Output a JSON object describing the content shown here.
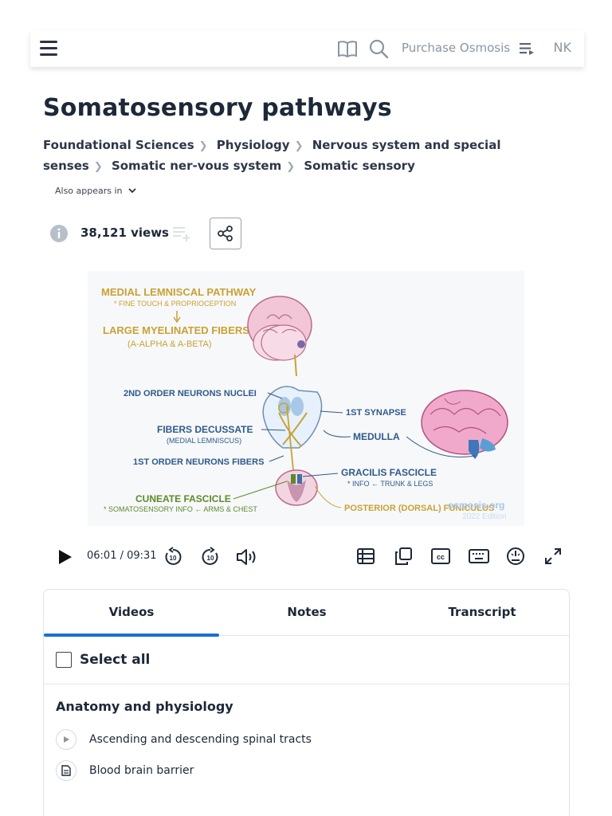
{
  "header": {
    "purchase_label": "Purchase Osmosis",
    "user_initials": "NK"
  },
  "page": {
    "title": "Somatosensory pathways",
    "breadcrumb": [
      "Foundational Sciences",
      "Physiology",
      "Nervous system and special senses",
      "Somatic ner-vous system",
      "Somatic sensory"
    ],
    "also_appears_in": "Also appears in",
    "views": "38,121 views"
  },
  "video": {
    "diagram": {
      "l1": "MEDIAL LEMNISCAL PATHWAY",
      "l2": "* FINE TOUCH & PROPRIOCEPTION",
      "l3": "LARGE MYELINATED FIBERS",
      "l4": "(A-ALPHA & A-BETA)",
      "l5": "2ND ORDER NEURONS NUCLEI",
      "l6": "1ST SYNAPSE",
      "l7": "FIBERS DECUSSATE",
      "l8": "(MEDIAL LEMNISCUS)",
      "l9": "MEDULLA",
      "l10": "1ST ORDER NEURONS FIBERS",
      "l11": "GRACILIS FASCICLE",
      "l12": "* INFO ← TRUNK & LEGS",
      "l13": "CUNEATE FASCICLE",
      "l14": "* SOMATOSENSORY INFO ← ARMS & CHEST",
      "l15": "POSTERIOR (DORSAL) FUNICULUS",
      "watermark": "osmosis.org",
      "edition": "2022 Edition"
    },
    "time": "06:01 / 09:31",
    "skip_back": "10",
    "skip_forward": "10",
    "cc": "cc"
  },
  "panel": {
    "tabs": [
      "Videos",
      "Notes",
      "Transcript"
    ],
    "select_all": "Select all",
    "section_title": "Anatomy and physiology",
    "items": [
      "Ascending and descending spinal tracts",
      "Blood brain barrier"
    ]
  },
  "colors": {
    "accent": "#1d6ed8",
    "gold": "#c9a233",
    "blue_ink": "#2f5a8a",
    "green_ink": "#5c8a2a",
    "brain_pink": "#e7a1c3"
  }
}
